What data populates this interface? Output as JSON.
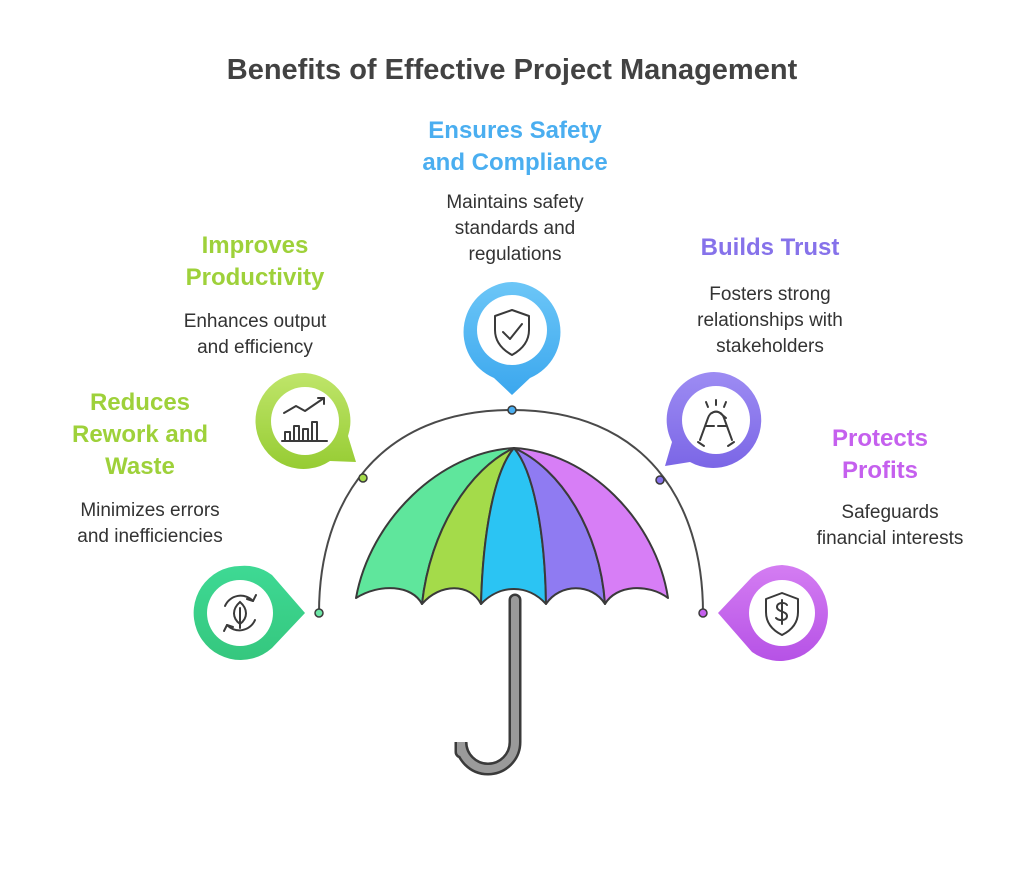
{
  "title": "Benefits of Effective Project Management",
  "benefits": [
    {
      "heading_lines": [
        "Reduces",
        "Rework and",
        "Waste"
      ],
      "description_lines": [
        "Minimizes errors",
        "and inefficiencies"
      ],
      "icon": "recycle-leaf-icon",
      "color": "#3ccf85"
    },
    {
      "heading_lines": [
        "Improves",
        "Productivity"
      ],
      "description_lines": [
        "Enhances output",
        "and efficiency"
      ],
      "icon": "growth-chart-icon",
      "color": "#9ed13a"
    },
    {
      "heading_lines": [
        "Ensures Safety",
        "and Compliance"
      ],
      "description_lines": [
        "Maintains safety",
        "standards and",
        "regulations"
      ],
      "icon": "shield-check-icon",
      "color": "#4aaef0"
    },
    {
      "heading_lines": [
        "Builds Trust"
      ],
      "description_lines": [
        "Fosters strong",
        "relationships with",
        "stakeholders"
      ],
      "icon": "handshake-icon",
      "color": "#8672ea"
    },
    {
      "heading_lines": [
        "Protects",
        "Profits"
      ],
      "description_lines": [
        "Safeguards",
        "financial interests"
      ],
      "icon": "shield-dollar-icon",
      "color": "#c560ee"
    }
  ],
  "colors": {
    "title": "#424242",
    "text": "#333333",
    "arc": "#4a4a4a",
    "handle": "#8a8a8a",
    "umbrella_panels": [
      "#5fe69c",
      "#a4db4a",
      "#2bc4f3",
      "#8f7bf2",
      "#d77ef6"
    ]
  }
}
